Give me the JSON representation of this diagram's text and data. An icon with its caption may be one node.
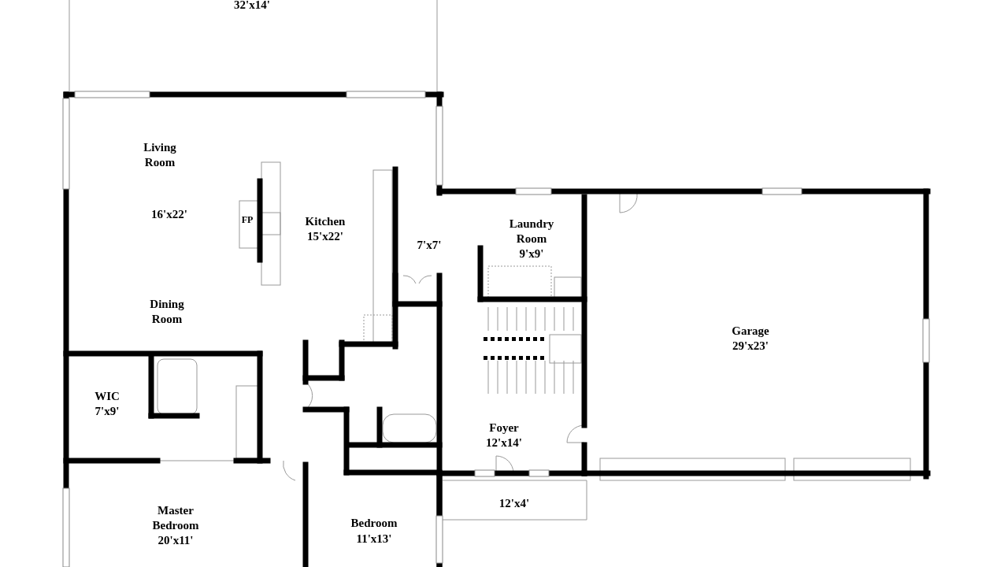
{
  "diagram": {
    "labels": [
      "32'x14'",
      "Living Room",
      "16'x22'",
      "FP",
      "Kitchen",
      "15'x22'",
      "7'x7'",
      "Laundry Room",
      "9'x9'",
      "Dining Room",
      "Garage",
      "29'x23'",
      "WIC",
      "7'x9'",
      "Foyer",
      "12'x14'",
      "12'x4'",
      "Master Bedroom",
      "20'x11'",
      "Bedroom",
      "11'x13'"
    ]
  }
}
